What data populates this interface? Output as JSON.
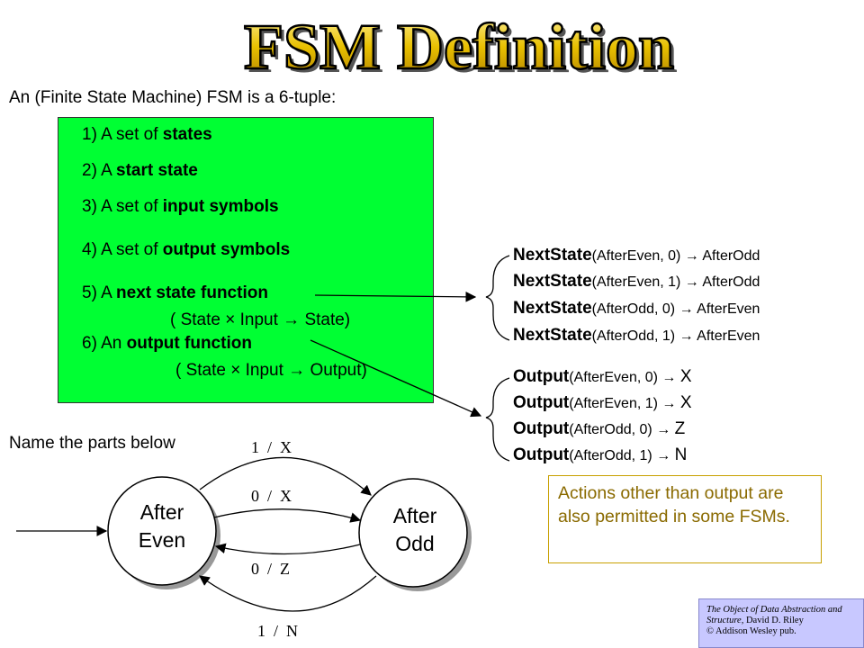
{
  "title": "FSM Definition",
  "subtitle": "An (Finite State Machine) FSM is a 6-tuple:",
  "tuple_items": [
    {
      "prefix": "1) A set of ",
      "bold": "states",
      "suffix": ""
    },
    {
      "prefix": "2) A ",
      "bold": "start state",
      "suffix": ""
    },
    {
      "prefix": "3) A set of  ",
      "bold": "input symbols",
      "suffix": ""
    },
    {
      "prefix": "4) A set of  ",
      "bold": "output symbols",
      "suffix": ""
    },
    {
      "prefix": "5) A ",
      "bold": "next state function",
      "suffix": ""
    },
    {
      "prefix": "6) An  ",
      "bold": "output function",
      "suffix": ""
    }
  ],
  "next_state_signature": "( State × Input → State)",
  "output_signature": "( State × Input → Output)",
  "next_state_rules": [
    {
      "fn": "NextState",
      "args": "(AfterEven, 0)",
      "arrow": " → ",
      "result": "AfterOdd"
    },
    {
      "fn": "NextState",
      "args": "(AfterEven, 1)",
      "arrow": " → ",
      "result": "AfterOdd"
    },
    {
      "fn": "NextState",
      "args": "(AfterOdd, 0)",
      "arrow": " → ",
      "result": "AfterEven"
    },
    {
      "fn": "NextState",
      "args": "(AfterOdd, 1)",
      "arrow": " → ",
      "result": "AfterEven"
    }
  ],
  "output_rules": [
    {
      "fn": "Output",
      "args": "(AfterEven, 0)",
      "arrow": " → ",
      "result": "X"
    },
    {
      "fn": "Output",
      "args": "(AfterEven, 1)",
      "arrow": " → ",
      "result": "X"
    },
    {
      "fn": "Output",
      "args": "(AfterOdd, 0)",
      "arrow": " → ",
      "result": "Z"
    },
    {
      "fn": "Output",
      "args": "(AfterOdd, 1)",
      "arrow": " → ",
      "result": "N"
    }
  ],
  "name_parts": "Name the parts below",
  "states": {
    "after_even": [
      "After",
      "Even"
    ],
    "after_odd": [
      "After",
      "Odd"
    ]
  },
  "transitions": {
    "top": "1  /  X",
    "upper_mid": "0  /  X",
    "lower_mid": "0  /  Z",
    "bottom": "1  /  N"
  },
  "actions_note": "Actions other than output are also permitted in some FSMs.",
  "credit": {
    "title_italic": "The Object of Data Abstraction and Structure,",
    "author": " David D. Riley",
    "publisher": "© Addison Wesley pub."
  },
  "colors": {
    "green_box": "#00ff33",
    "note_text": "#8a6a00",
    "note_border": "#c8a000",
    "credit_bg": "#c8c8ff",
    "title_fill": "#e8c000"
  }
}
